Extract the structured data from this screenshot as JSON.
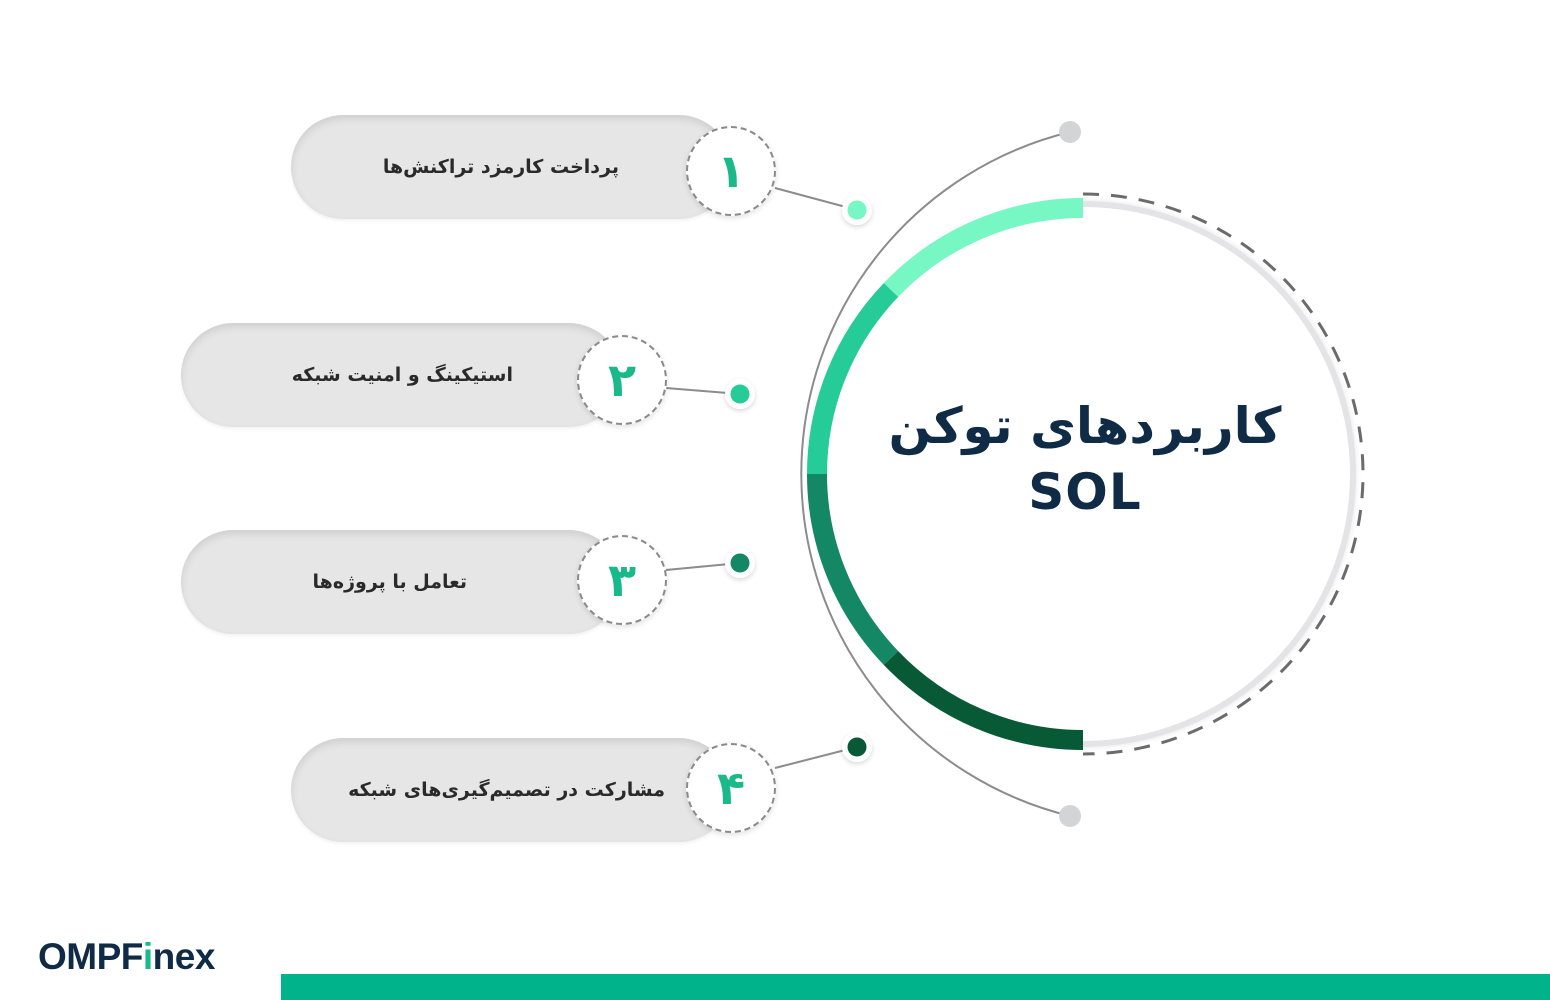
{
  "title": {
    "line1": "کاربردهای توکن",
    "line2": "SOL"
  },
  "items": [
    {
      "number": "۱",
      "label": "پرداخت کارمزد تراکنش‌ها",
      "color": "#76f7c3"
    },
    {
      "number": "۲",
      "label": "استیکینگ و امنیت شبکه",
      "color": "#25cc98"
    },
    {
      "number": "۳",
      "label": "تعامل با پروژه‌ها",
      "color": "#148765"
    },
    {
      "number": "۴",
      "label": "مشارکت در تصمیم‌گیری‌های شبکه",
      "color": "#085a37"
    }
  ],
  "brand": {
    "logo_prefix": "OMPF",
    "logo_accent": "i",
    "logo_suffix": "nex",
    "accent_color": "#1ab98a",
    "bar_color": "#00b38b",
    "text_color": "#0f2b45"
  }
}
